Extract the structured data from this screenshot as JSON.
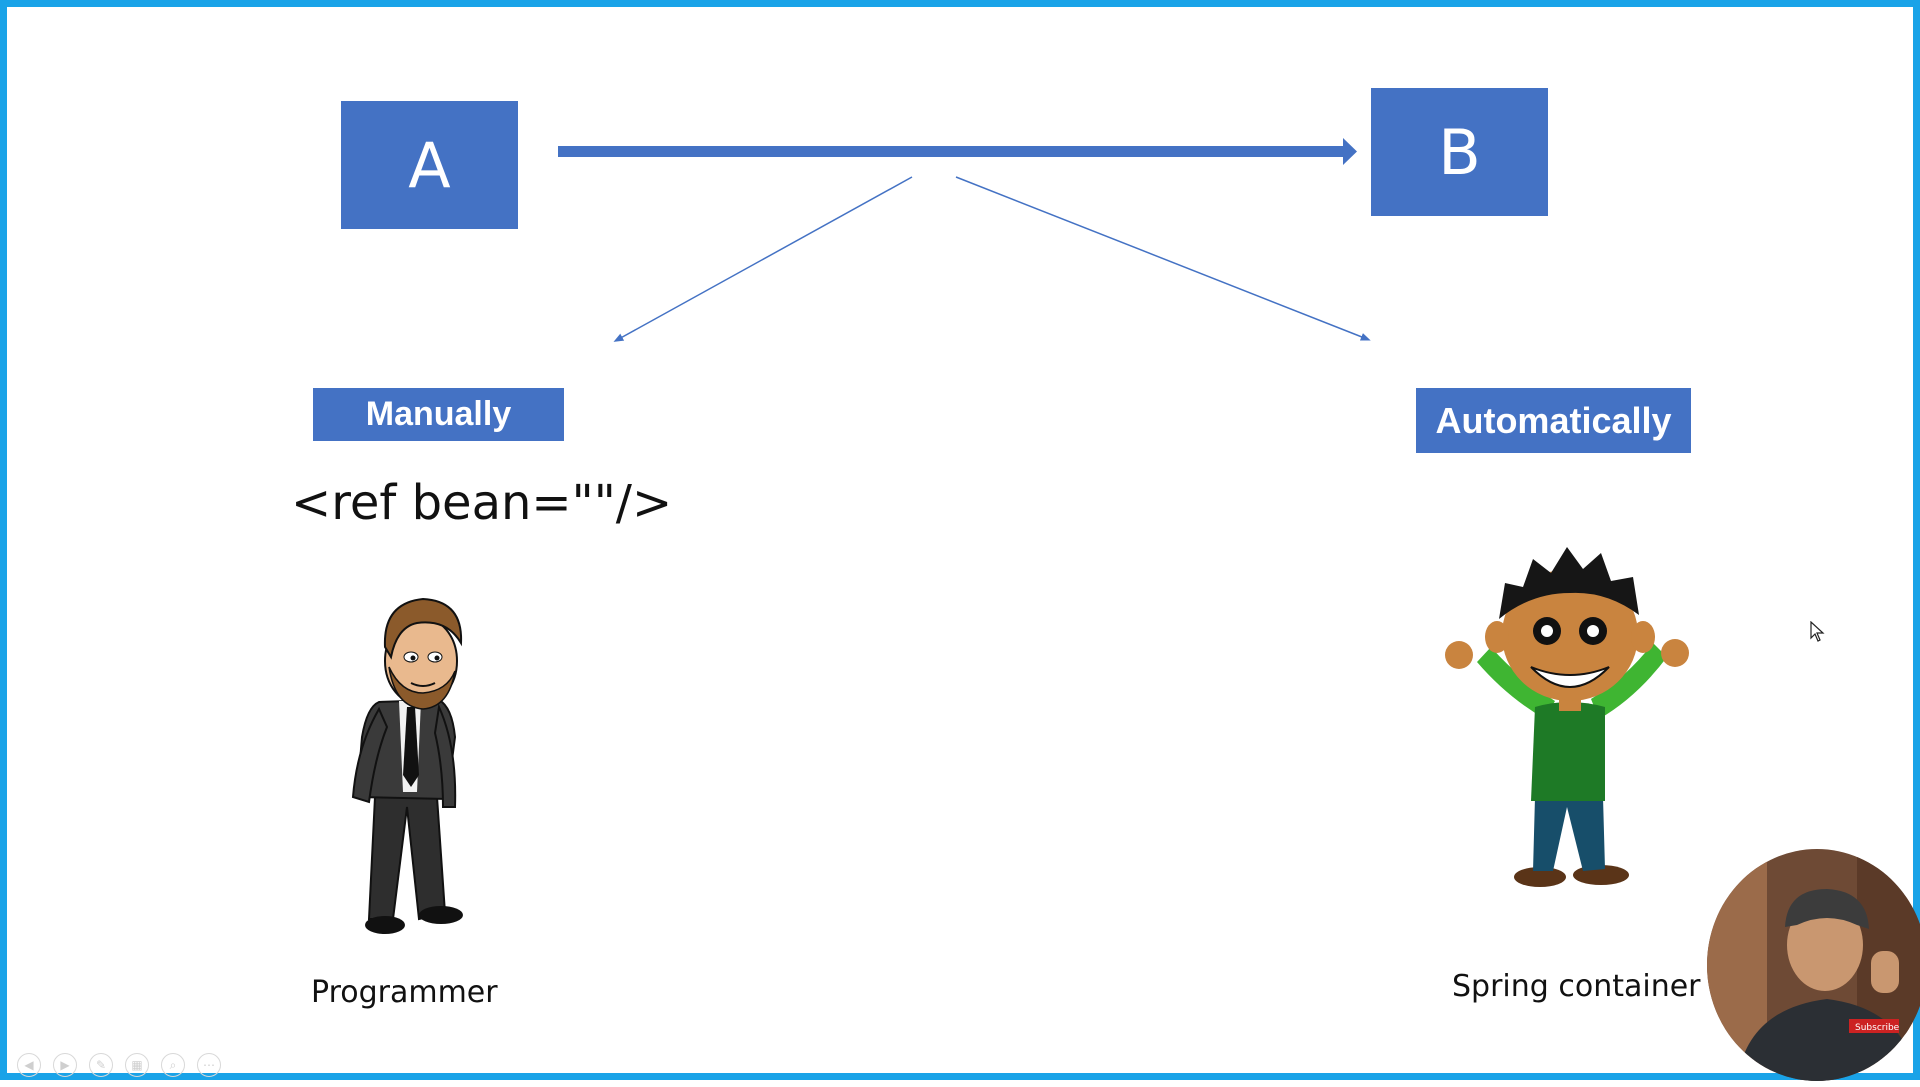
{
  "diagram": {
    "box_a": "A",
    "box_b": "B",
    "manual_label": "Manually",
    "auto_label": "Automatically",
    "code_snippet": "<ref bean=\"\"/>",
    "programmer_caption": "Programmer",
    "container_caption": "Spring container",
    "accent_color": "#4472c4",
    "frame_color": "#1aa3e8"
  },
  "toolbar": {
    "buttons": [
      "prev-icon",
      "next-icon",
      "pen-icon",
      "slides-icon",
      "zoom-icon",
      "more-icon"
    ]
  },
  "overlay": {
    "subscribe": "Subscribe"
  }
}
